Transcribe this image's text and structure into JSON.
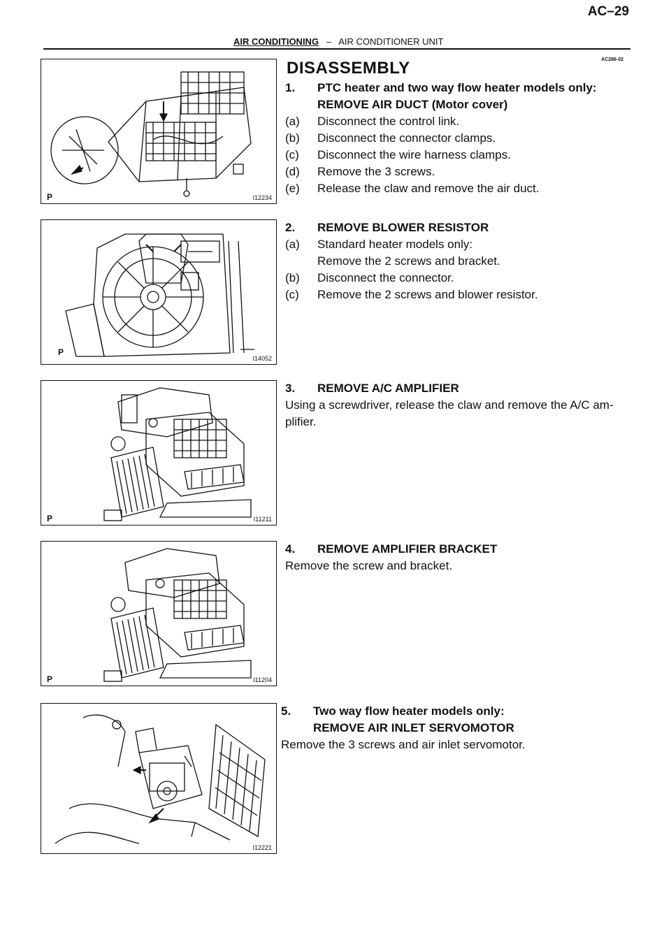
{
  "header": {
    "page_number": "AC–29",
    "section": "AIR CONDITIONING",
    "separator": "–",
    "subsection": "AIR CONDITIONER UNIT",
    "doc_code": "AC286-02"
  },
  "heading": "DISASSEMBLY",
  "figures": [
    {
      "p": "P",
      "id": "I12234"
    },
    {
      "p": "P",
      "id": "I14052"
    },
    {
      "p": "P",
      "id": "I11211"
    },
    {
      "p": "P",
      "id": "I11204"
    },
    {
      "p": "",
      "id": "I12221"
    }
  ],
  "steps": [
    {
      "number": "1.",
      "title_line1": "PTC heater and two way flow heater models only:",
      "title_line2": "REMOVE AIR DUCT (Motor cover)",
      "substeps": [
        {
          "label": "(a)",
          "text": "Disconnect the control link."
        },
        {
          "label": "(b)",
          "text": "Disconnect the connector clamps."
        },
        {
          "label": "(c)",
          "text": "Disconnect the wire harness clamps."
        },
        {
          "label": "(d)",
          "text": "Remove the 3 screws."
        },
        {
          "label": "(e)",
          "text": "Release the claw and remove the air duct."
        }
      ]
    },
    {
      "number": "2.",
      "title": "REMOVE BLOWER RESISTOR",
      "substeps": [
        {
          "label": "(a)",
          "text": "Standard heater models only:",
          "text2": "Remove the 2 screws and bracket."
        },
        {
          "label": "(b)",
          "text": "Disconnect the connector."
        },
        {
          "label": "(c)",
          "text": "Remove the 2 screws and blower resistor."
        }
      ]
    },
    {
      "number": "3.",
      "title": "REMOVE A/C AMPLIFIER",
      "body_line1": "Using a screwdriver, release the claw and remove the A/C am-",
      "body_line2": "plifier."
    },
    {
      "number": "4.",
      "title": "REMOVE AMPLIFIER BRACKET",
      "body": "Remove the screw and bracket."
    },
    {
      "number": "5.",
      "title_line1": "Two way flow heater models only:",
      "title_line2": "REMOVE AIR INLET SERVOMOTOR",
      "body": "Remove the 3 screws and air inlet servomotor."
    }
  ]
}
